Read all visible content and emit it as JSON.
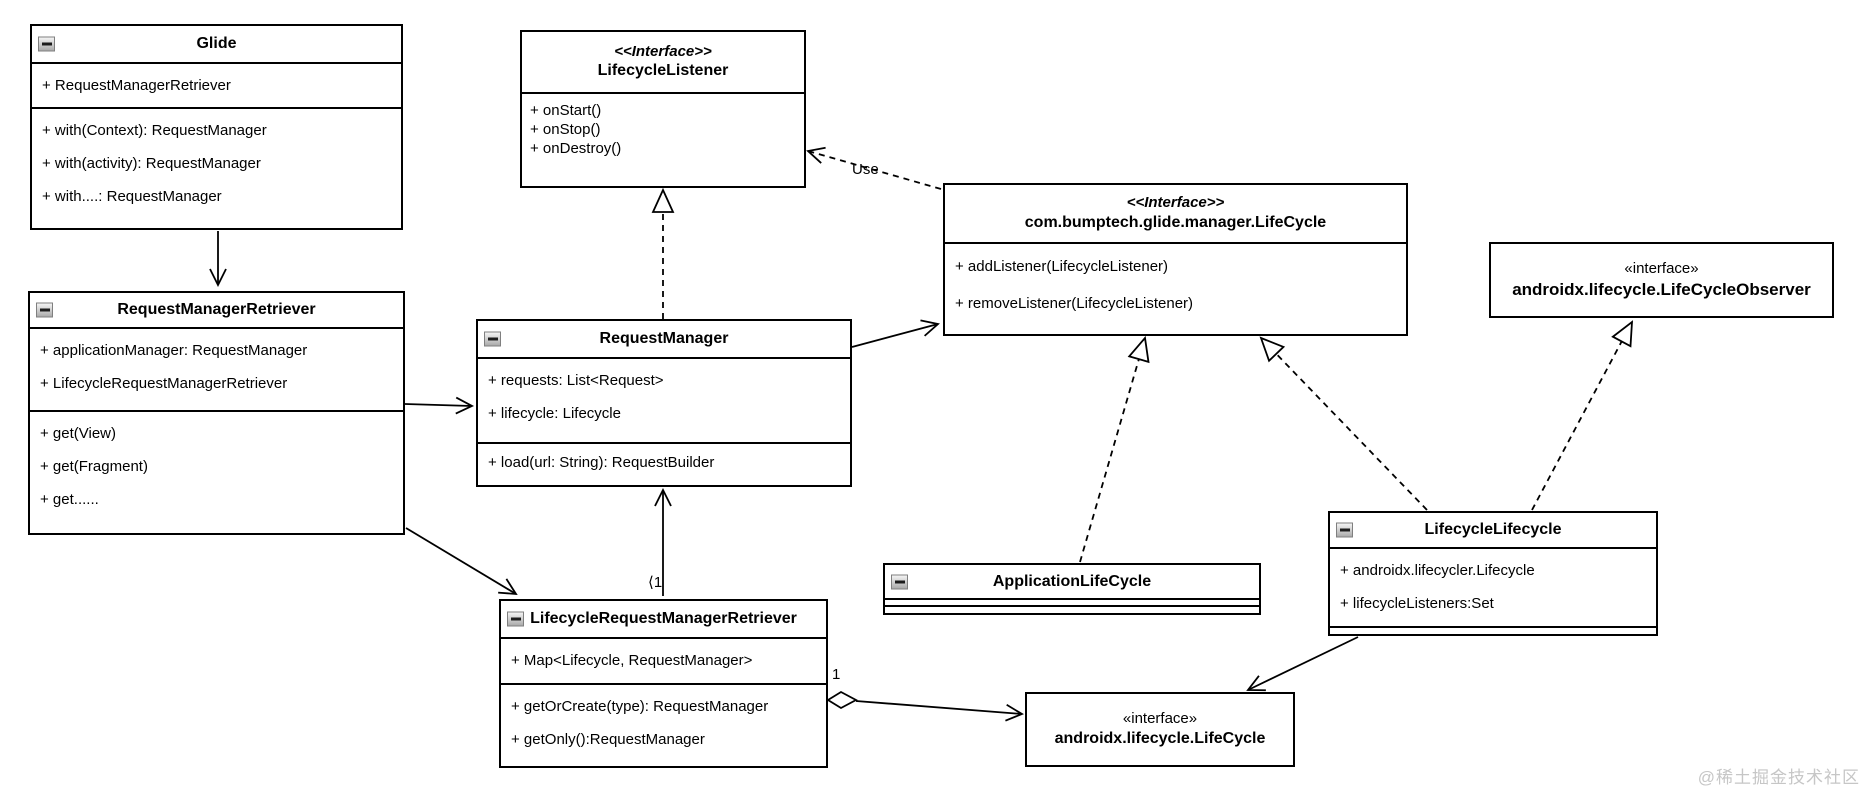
{
  "diagram": {
    "watermark": "@稀土掘金技术社区",
    "labels": {
      "use": "Use",
      "one": "1",
      "angle_one": "⟨1"
    },
    "colors": {
      "line": "#000000",
      "box_bg": "#ffffff",
      "watermark": "#c6c6c6"
    },
    "icons": {
      "collapse": "minus-square-icon"
    }
  },
  "boxes": {
    "glide": {
      "title": "Glide",
      "attrs": [
        "+ RequestManagerRetriever"
      ],
      "methods": [
        "+ with(Context): RequestManager",
        "+ with(activity): RequestManager",
        "+ with....: RequestManager"
      ]
    },
    "lifecycleListener": {
      "stereotype": "<<Interface>>",
      "title": "LifecycleListener",
      "methods": [
        "+ onStart()",
        "+ onStop()",
        "+ onDestroy()"
      ]
    },
    "glideLifeCycle": {
      "stereotype": "<<Interface>>",
      "title": "com.bumptech.glide.manager.LifeCycle",
      "methods": [
        "+ addListener(LifecycleListener)",
        "+ removeListener(LifecycleListener)"
      ]
    },
    "lifeCycleObserver": {
      "stereotype": "«interface»",
      "title": "androidx.lifecycle.LifeCycleObserver"
    },
    "requestManagerRetriever": {
      "title": "RequestManagerRetriever",
      "attrs": [
        "+ applicationManager: RequestManager",
        "+ LifecycleRequestManagerRetriever"
      ],
      "methods": [
        "+ get(View)",
        "+ get(Fragment)",
        "+ get......"
      ]
    },
    "requestManager": {
      "title": "RequestManager",
      "attrs": [
        "+ requests: List<Request>",
        "+ lifecycle: Lifecycle"
      ],
      "methods": [
        "+ load(url: String): RequestBuilder"
      ]
    },
    "lifecycleRequestManagerRetriever": {
      "title": "LifecycleRequestManagerRetriever",
      "attrs": [
        "+ Map<Lifecycle, RequestManager>"
      ],
      "methods": [
        "+ getOrCreate(type): RequestManager",
        "+ getOnly():RequestManager"
      ]
    },
    "applicationLifeCycle": {
      "title": "ApplicationLifeCycle"
    },
    "lifecycleLifecycle": {
      "title": "LifecycleLifecycle",
      "attrs": [
        "+ androidx.lifecycler.Lifecycle",
        "+ lifecycleListeners:Set"
      ]
    },
    "androidxLifeCycle": {
      "stereotype": "«interface»",
      "title": "androidx.lifecycle.LifeCycle"
    }
  },
  "edges": [
    {
      "from": "Glide",
      "to": "RequestManagerRetriever",
      "type": "association"
    },
    {
      "from": "RequestManagerRetriever",
      "to": "RequestManager",
      "type": "association"
    },
    {
      "from": "RequestManagerRetriever",
      "to": "LifecycleRequestManagerRetriever",
      "type": "association"
    },
    {
      "from": "LifecycleRequestManagerRetriever",
      "to": "RequestManager",
      "type": "association",
      "label": "⟨1"
    },
    {
      "from": "RequestManager",
      "to": "LifecycleListener",
      "type": "realization"
    },
    {
      "from": "RequestManager",
      "to": "com.bumptech.glide.manager.LifeCycle",
      "type": "association"
    },
    {
      "from": "com.bumptech.glide.manager.LifeCycle",
      "to": "LifecycleListener",
      "type": "dependency",
      "label": "Use"
    },
    {
      "from": "ApplicationLifeCycle",
      "to": "com.bumptech.glide.manager.LifeCycle",
      "type": "realization"
    },
    {
      "from": "LifecycleLifecycle",
      "to": "com.bumptech.glide.manager.LifeCycle",
      "type": "realization"
    },
    {
      "from": "LifecycleLifecycle",
      "to": "androidx.lifecycle.LifeCycleObserver",
      "type": "realization"
    },
    {
      "from": "LifecycleRequestManagerRetriever",
      "to": "androidx.lifecycle.LifeCycle",
      "type": "aggregation",
      "label": "1"
    },
    {
      "from": "LifecycleLifecycle",
      "to": "androidx.lifecycle.LifeCycle",
      "type": "association"
    }
  ]
}
